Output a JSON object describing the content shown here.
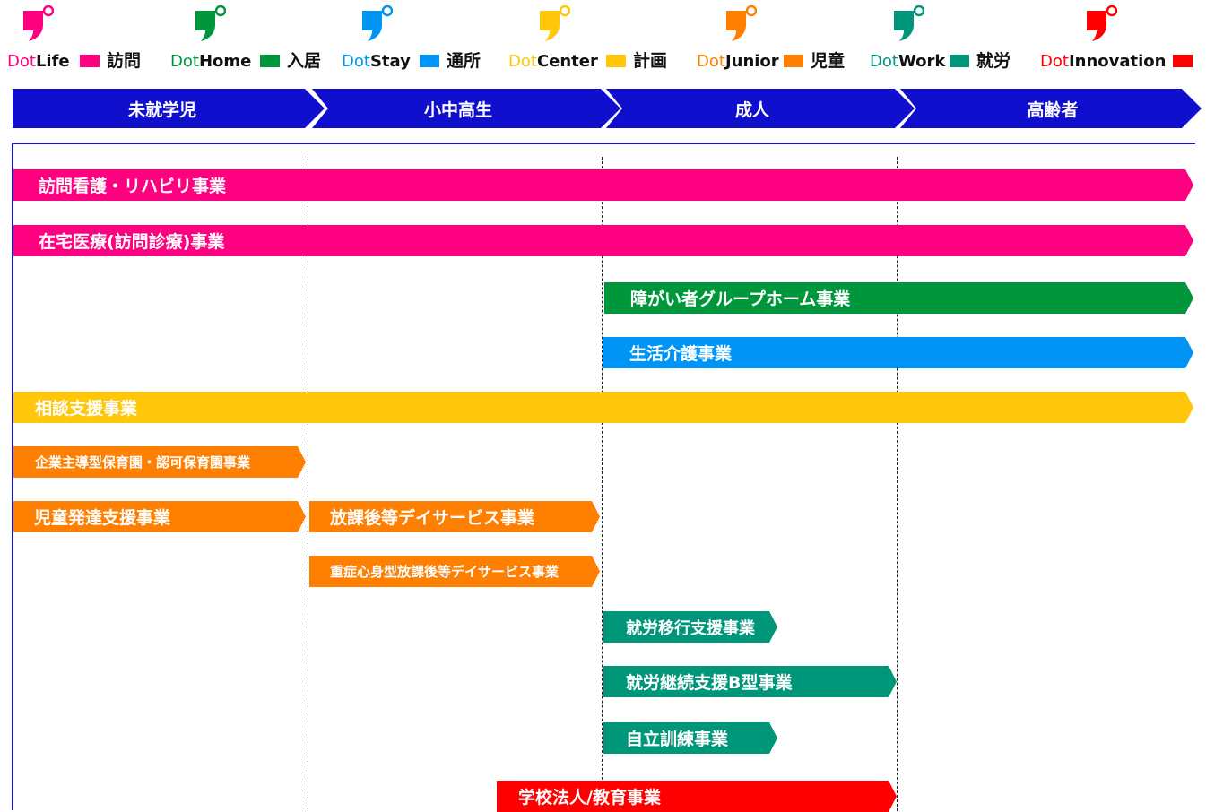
{
  "colors": {
    "life": "#ff0080",
    "home": "#00963c",
    "stay": "#0094f5",
    "center": "#ffc60a",
    "junior": "#ff7f00",
    "work": "#00967a",
    "innovation": "#ff0000",
    "stage": "#0f0fcd",
    "frame": "#1515c8"
  },
  "legend": [
    {
      "prefix": "Dot",
      "suffix": "Life",
      "tag": "訪問",
      "color_key": "life"
    },
    {
      "prefix": "Dot",
      "suffix": "Home",
      "tag": "入居",
      "color_key": "home"
    },
    {
      "prefix": "Dot",
      "suffix": "Stay",
      "tag": "通所",
      "color_key": "stay"
    },
    {
      "prefix": "Dot",
      "suffix": "Center",
      "tag": "計画",
      "color_key": "center"
    },
    {
      "prefix": "Dot",
      "suffix": "Junior",
      "tag": "児童",
      "color_key": "junior"
    },
    {
      "prefix": "Dot",
      "suffix": "Work",
      "tag": "就労",
      "color_key": "work"
    },
    {
      "prefix": "Dot",
      "suffix": "Innovation",
      "tag": "",
      "color_key": "innovation"
    }
  ],
  "stages": [
    "未就学児",
    "小中高生",
    "成人",
    "高齢者"
  ],
  "services": [
    {
      "label": "訪問看護・リハビリ事業",
      "color_key": "life"
    },
    {
      "label": "在宅医療(訪問診療)事業",
      "color_key": "life"
    },
    {
      "label": "障がい者グループホーム事業",
      "color_key": "home"
    },
    {
      "label": "生活介護事業",
      "color_key": "stay"
    },
    {
      "label": "相談支援事業",
      "color_key": "center"
    },
    {
      "label": "企業主導型保育園・認可保育園事業",
      "color_key": "junior"
    },
    {
      "label": "児童発達支援事業",
      "color_key": "junior"
    },
    {
      "label": "放課後等デイサービス事業",
      "color_key": "junior"
    },
    {
      "label": "重症心身型放課後等デイサービス事業",
      "color_key": "junior"
    },
    {
      "label": "就労移行支援事業",
      "color_key": "work"
    },
    {
      "label": "就労継続支援B型事業",
      "color_key": "work"
    },
    {
      "label": "自立訓練事業",
      "color_key": "work"
    },
    {
      "label": "学校法人/教育事業",
      "color_key": "innovation"
    }
  ]
}
